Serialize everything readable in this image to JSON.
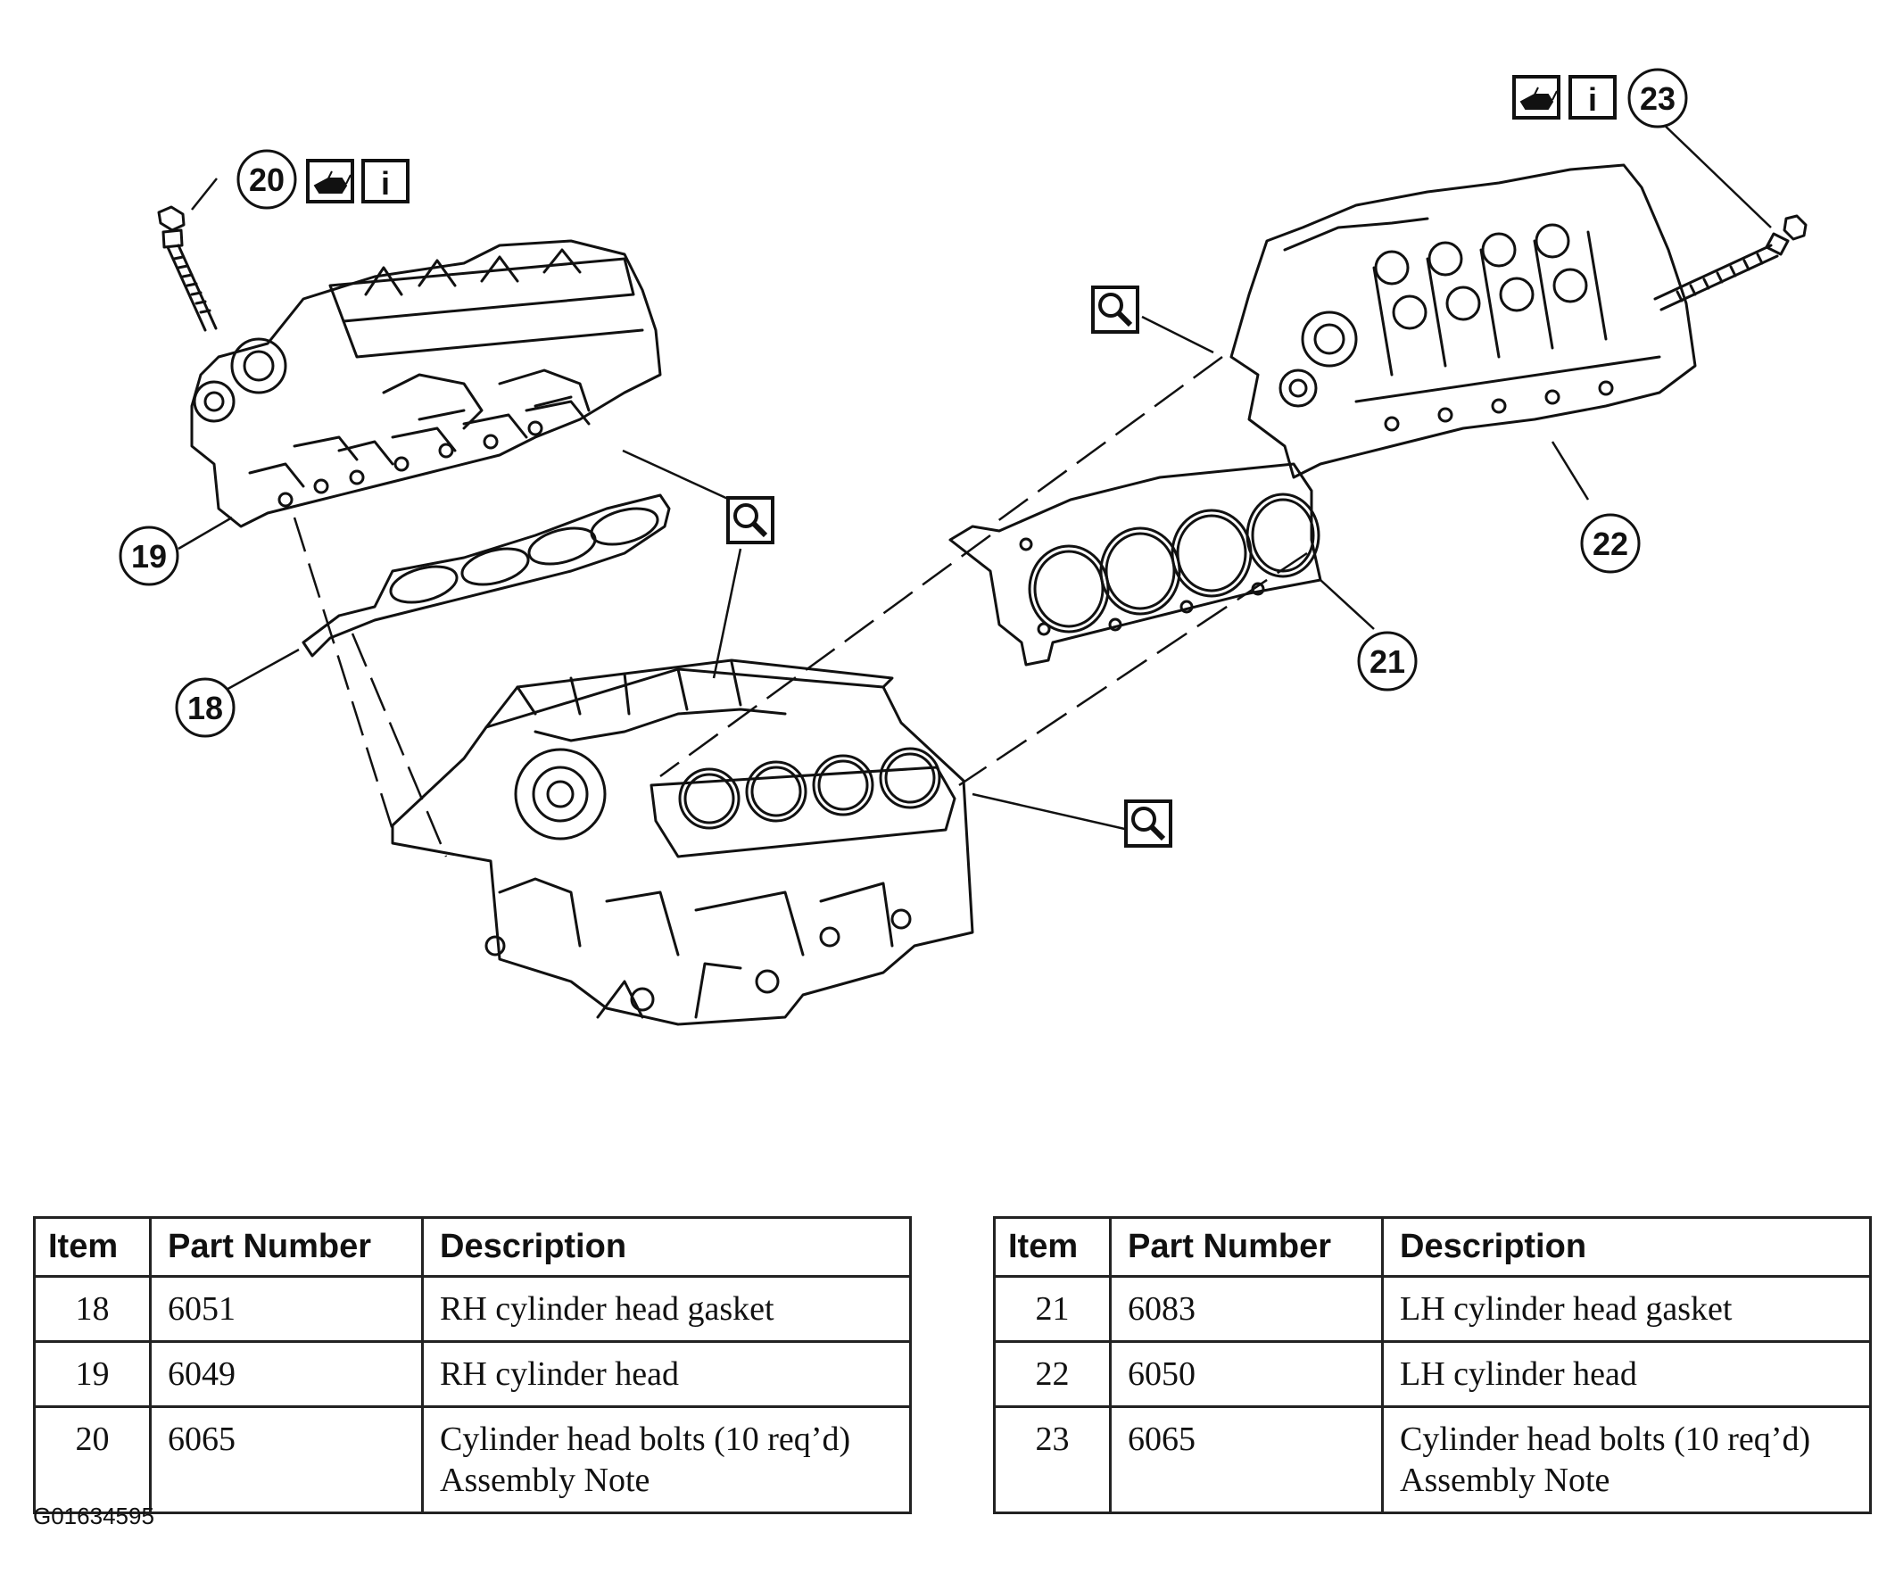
{
  "callouts": [
    "18",
    "19",
    "20",
    "21",
    "22",
    "23"
  ],
  "icons": {
    "oil_can": "oil-can-icon",
    "info": "info-icon",
    "info_glyph": "i",
    "magnifier": "magnifier-icon"
  },
  "table_left": {
    "headers": [
      "Item",
      "Part Number",
      "Description"
    ],
    "rows": [
      {
        "item": "18",
        "part": "6051",
        "desc": "RH cylinder head gasket",
        "desc2": ""
      },
      {
        "item": "19",
        "part": "6049",
        "desc": "RH cylinder head",
        "desc2": ""
      },
      {
        "item": "20",
        "part": "6065",
        "desc": "Cylinder head bolts (10 req’d)",
        "desc2": "Assembly Note"
      }
    ]
  },
  "table_right": {
    "headers": [
      "Item",
      "Part Number",
      "Description"
    ],
    "rows": [
      {
        "item": "21",
        "part": "6083",
        "desc": "LH cylinder head gasket",
        "desc2": ""
      },
      {
        "item": "22",
        "part": "6050",
        "desc": "LH cylinder head",
        "desc2": ""
      },
      {
        "item": "23",
        "part": "6065",
        "desc": "Cylinder head bolts (10 req’d)",
        "desc2": "Assembly Note"
      }
    ]
  },
  "figure_id": "G01634595"
}
